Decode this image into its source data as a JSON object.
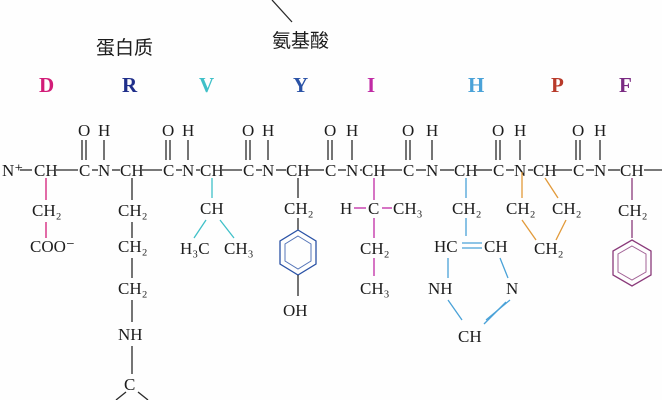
{
  "headers": {
    "protein": "蛋白质",
    "amino_acid": "氨基酸"
  },
  "residues": [
    {
      "letter": "D",
      "color": "#d21c78"
    },
    {
      "letter": "R",
      "color": "#1f2e8a"
    },
    {
      "letter": "V",
      "color": "#3fc0c8"
    },
    {
      "letter": "Y",
      "color": "#2a52a6"
    },
    {
      "letter": "I",
      "color": "#c02aa4"
    },
    {
      "letter": "H",
      "color": "#4aa2d8"
    },
    {
      "letter": "P",
      "color": "#b83a2a"
    },
    {
      "letter": "F",
      "color": "#7a2a82"
    }
  ],
  "backbone": {
    "O": "O",
    "H": "H",
    "C": "C",
    "N": "N",
    "CH": "CH",
    "N_plus": "N⁺",
    "dash": "—"
  },
  "chem": {
    "CH2": "CH₂",
    "CH": "CH",
    "CH3": "CH₃",
    "H3C": "H₃C",
    "COO": "COO⁻",
    "NH": "NH",
    "OH": "OH",
    "H": "H",
    "HC": "HC",
    "N": "N",
    "C": "C"
  }
}
